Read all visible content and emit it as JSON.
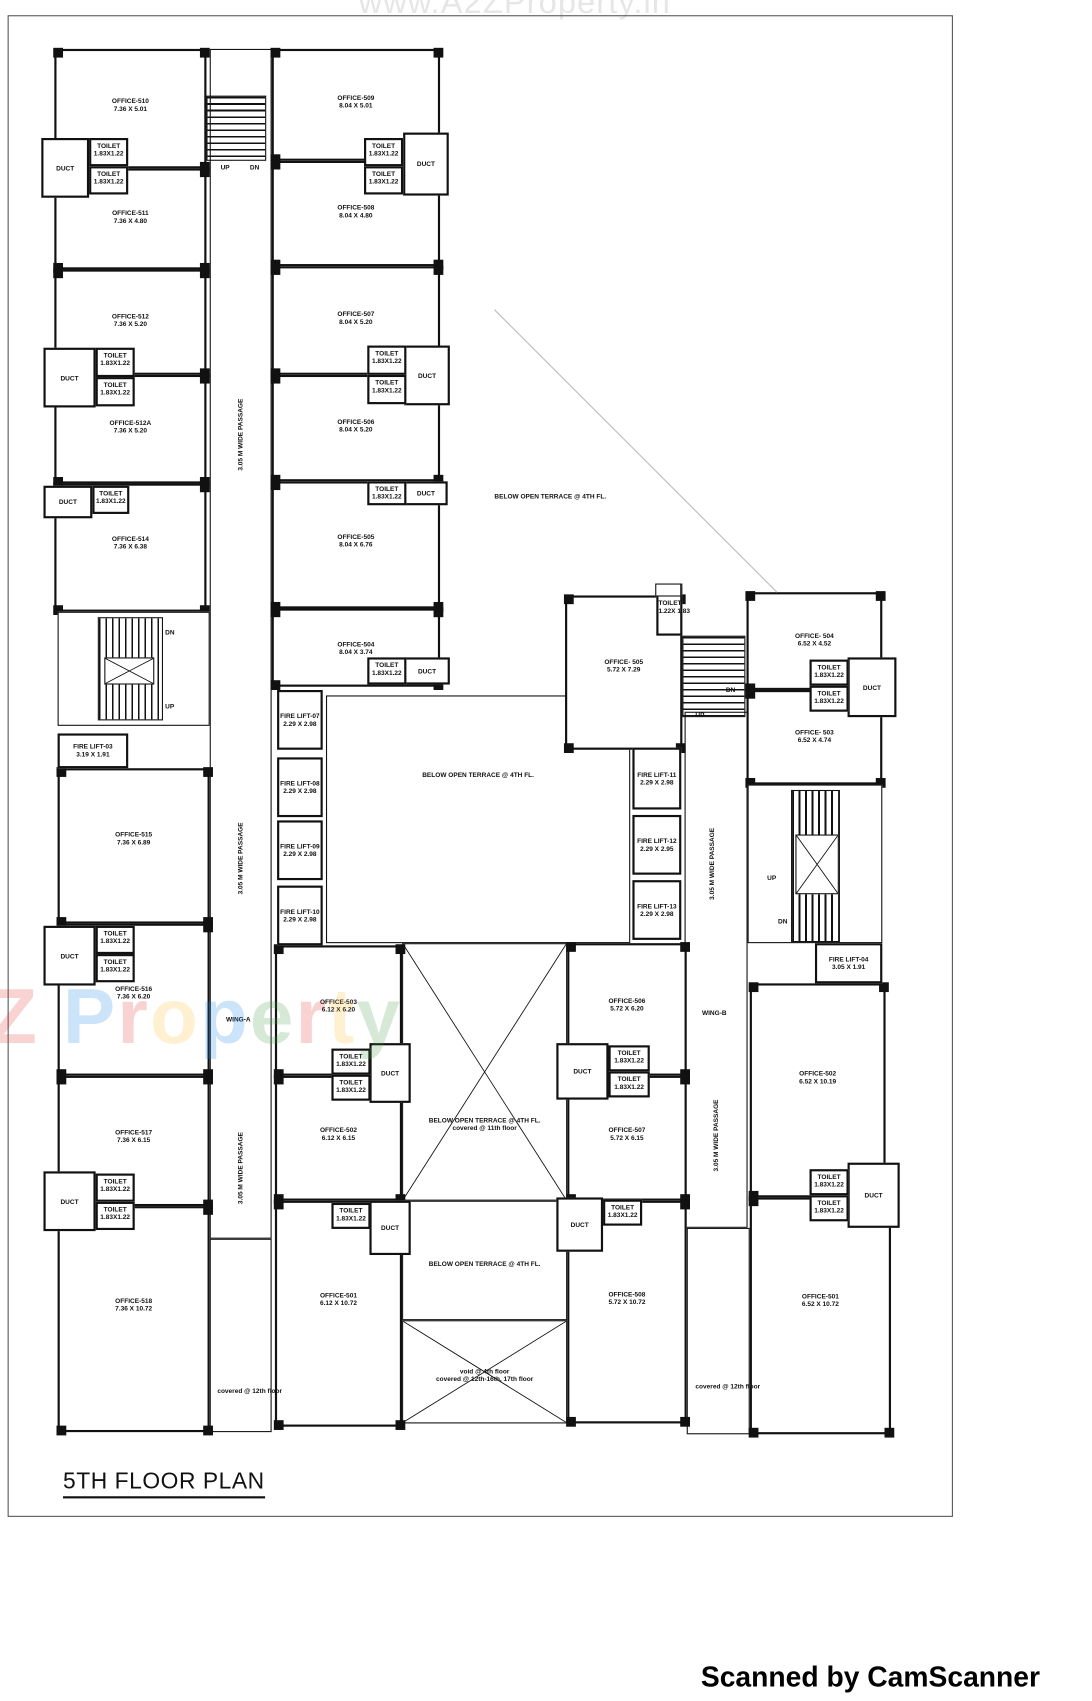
{
  "watermarks": {
    "top": "www.A2ZProperty.in",
    "brand": "Z Property"
  },
  "title": "5TH FLOOR PLAN",
  "scanner_credit": "Scanned by CamScanner",
  "offices": [
    {
      "name": "OFFICE-510",
      "size": "7.36 X 5.01"
    },
    {
      "name": "OFFICE-511",
      "size": "7.36 X 4.80"
    },
    {
      "name": "OFFICE-512",
      "size": "7.36 X 5.20"
    },
    {
      "name": "OFFICE-512A",
      "size": "7.36 X 5.20"
    },
    {
      "name": "OFFICE-514",
      "size": "7.36 X 6.38"
    },
    {
      "name": "OFFICE-515",
      "size": "7.36 X 6.89"
    },
    {
      "name": "OFFICE-516",
      "size": "7.36 X 6.20"
    },
    {
      "name": "OFFICE-517",
      "size": "7.36 X 6.15"
    },
    {
      "name": "OFFICE-518",
      "size": "7.36 X 10.72"
    },
    {
      "name": "OFFICE-509",
      "size": "8.04 X 5.01"
    },
    {
      "name": "OFFICE-508",
      "size": "8.04 X 4.80"
    },
    {
      "name": "OFFICE-507",
      "size": "8.04 X 5.20"
    },
    {
      "name": "OFFICE-506",
      "size": "8.04 X 5.20"
    },
    {
      "name": "OFFICE-505",
      "size": "8.04 X 6.76"
    },
    {
      "name": "OFFICE-504",
      "size": "8.04 X 3.74"
    },
    {
      "name": "OFFICE-503",
      "size": "6.12 X 6.20"
    },
    {
      "name": "OFFICE-502",
      "size": "6.12 X 6.15"
    },
    {
      "name": "OFFICE-501",
      "size": "6.12 X 10.72"
    },
    {
      "name": "OFFICE-506",
      "size": "5.72 X 6.20"
    },
    {
      "name": "OFFICE-507",
      "size": "5.72 X 6.15"
    },
    {
      "name": "OFFICE-508",
      "size": "5.72 X 10.72"
    },
    {
      "name": "OFFICE- 505",
      "size": "5.72 X 7.29"
    },
    {
      "name": "OFFICE- 504",
      "size": "6.52 X 4.52"
    },
    {
      "name": "OFFICE- 503",
      "size": "6.52 X 4.74"
    },
    {
      "name": "OFFICE-502",
      "size": "6.52 X 10.19"
    },
    {
      "name": "OFFICE-501",
      "size": "6.52 X 10.72"
    }
  ],
  "toilet": {
    "label": "TOILET",
    "size": "1.83X1.22"
  },
  "small_toilet": {
    "label": "TOILET",
    "size": "1.22X 1.83"
  },
  "duct": "DUCT",
  "lifts": [
    {
      "name": "FIRE LIFT-03",
      "size": "3.19 X 1.91"
    },
    {
      "name": "FIRE LIFT-07",
      "size": "2.29 X 2.98"
    },
    {
      "name": "FIRE LIFT-08",
      "size": "2.29 X 2.98"
    },
    {
      "name": "FIRE LIFT-09",
      "size": "2.29 X 2.98"
    },
    {
      "name": "FIRE LIFT-10",
      "size": "2.29 X 2.98"
    },
    {
      "name": "FIRE LIFT-11",
      "size": "2.29 X 2.98"
    },
    {
      "name": "FIRE LIFT-12",
      "size": "2.29 X 2.95"
    },
    {
      "name": "FIRE LIFT-13",
      "size": "2.29 X 2.98"
    },
    {
      "name": "FIRE LIFT-04",
      "size": "3.05 X 1.91"
    }
  ],
  "labels": {
    "passage": "3.05 M WIDE PASSAGE",
    "wing_a": "WING-A",
    "wing_b": "WING-B",
    "up": "UP",
    "dn": "DN",
    "below_terrace": "BELOW OPEN TERRACE @ 4TH FL.",
    "covered_11": "covered @ 11th floor",
    "covered_12": "covered @ 12th floor",
    "void_4": "void @ 4th floor",
    "covered_12_17": "covered @ 12th-16th, 17th floor"
  }
}
